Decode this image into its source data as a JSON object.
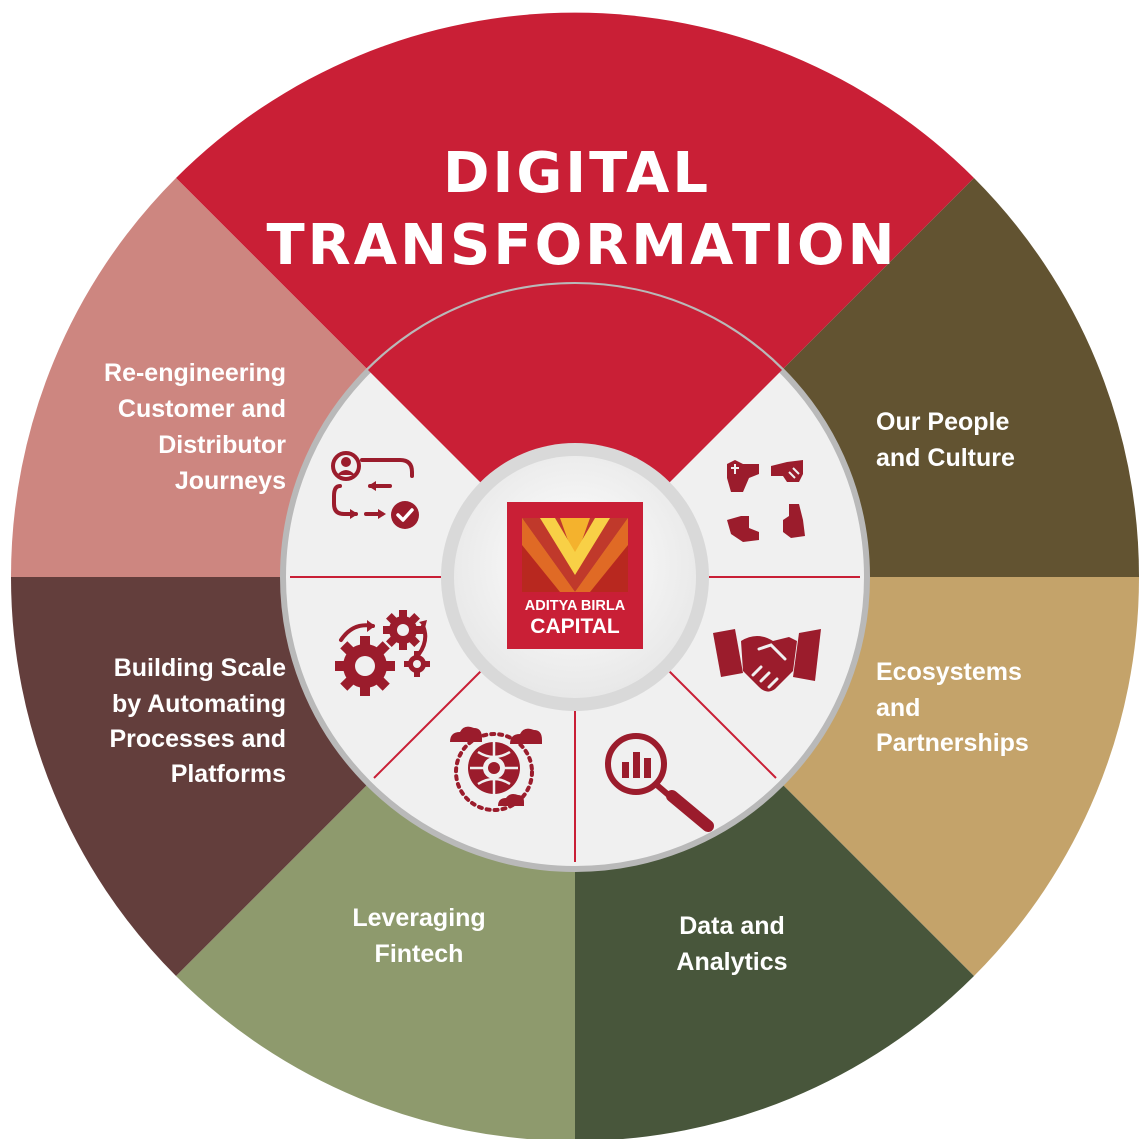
{
  "title": {
    "line1": "DIGITAL",
    "line2": "TRANSFORMATION"
  },
  "logo": {
    "line1": "ADITYA BIRLA",
    "line2": "CAPITAL"
  },
  "segments": [
    {
      "key": "reengineering",
      "lines": [
        "Re-engineering",
        "Customer and",
        "Distributor",
        "Journeys"
      ],
      "color": "#cd8680",
      "icon": "customer-journey-icon"
    },
    {
      "key": "building-scale",
      "lines": [
        "Building Scale",
        "by Automating",
        "Processes and",
        "Platforms"
      ],
      "color": "#633e3c",
      "icon": "gears-automation-icon"
    },
    {
      "key": "fintech",
      "lines": [
        "Leveraging",
        "Fintech"
      ],
      "color": "#8e9a6d",
      "icon": "globe-cloud-icon"
    },
    {
      "key": "data",
      "lines": [
        "Data and",
        "Analytics"
      ],
      "color": "#48563b",
      "icon": "magnifier-chart-icon"
    },
    {
      "key": "ecosystems",
      "lines": [
        "Ecosystems",
        "and",
        "Partnerships"
      ],
      "color": "#c4a36a",
      "icon": "handshake-icon"
    },
    {
      "key": "people",
      "lines": [
        "Our People",
        "and Culture"
      ],
      "color": "#625331",
      "icon": "hands-circle-icon"
    }
  ],
  "colors": {
    "top": "#c91f36",
    "icon": "#9b1c2c",
    "inner_ring": "#efefef",
    "divider": "#c91f36"
  }
}
